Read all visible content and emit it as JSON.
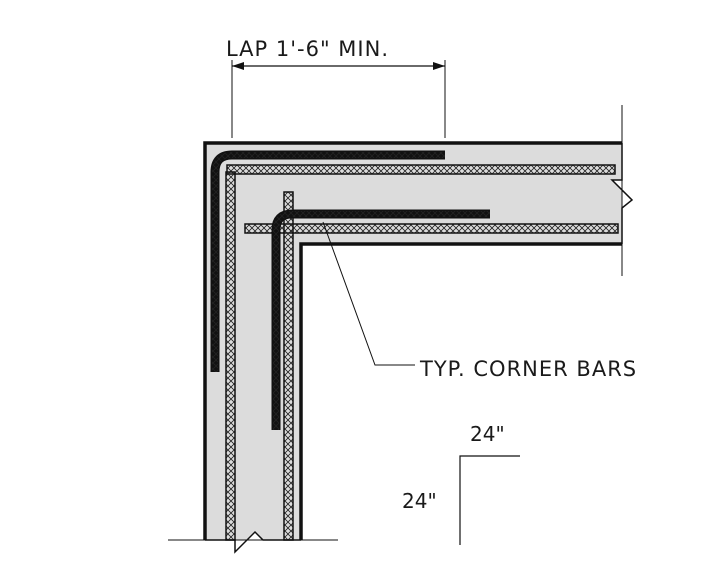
{
  "labels": {
    "lap": "LAP  1'-6\" MIN.",
    "corner_bars": "TYP. CORNER BARS",
    "leg_horizontal": "24\"",
    "leg_vertical": "24\""
  },
  "colors": {
    "concrete": "#dcdcdc",
    "outline": "#111111",
    "rebar_fill": "#ffffff"
  }
}
